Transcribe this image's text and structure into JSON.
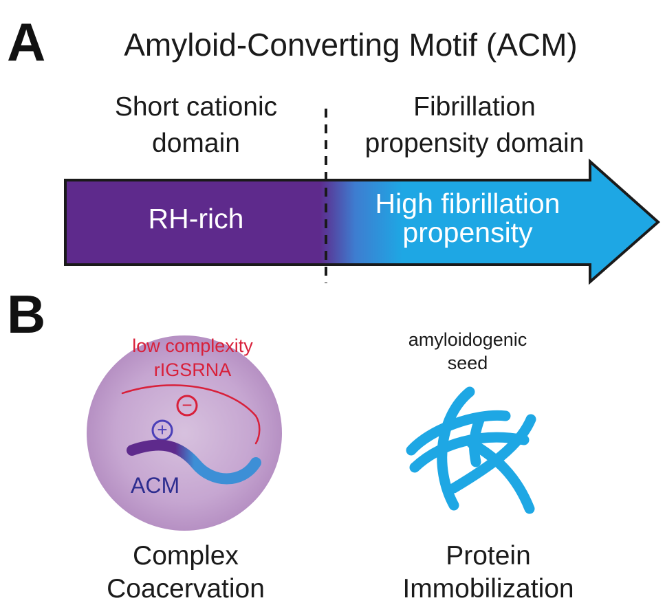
{
  "panel_a": {
    "letter": "A",
    "title": "Amyloid-Converting Motif (ACM)",
    "left_domain": {
      "line1": "Short cationic",
      "line2": "domain"
    },
    "right_domain": {
      "line1": "Fibrillation",
      "line2": "propensity domain"
    },
    "arrow_left_text": "RH-rich",
    "arrow_right_text": {
      "line1": "High fibrillation",
      "line2": "propensity"
    }
  },
  "panel_b": {
    "letter": "B",
    "droplet": {
      "rna_label": {
        "line1": "low complexity",
        "line2": "rIGSRNA"
      },
      "acm_label": "ACM",
      "negative_symbol": "−",
      "positive_symbol": "+"
    },
    "seed_label": {
      "line1": "amyloidogenic",
      "line2": "seed"
    },
    "caption_left": {
      "line1": "Complex",
      "line2": "Coacervation"
    },
    "caption_right": {
      "line1": "Protein",
      "line2": "Immobilization"
    }
  },
  "colors": {
    "purple": "#5e2a8c",
    "cyan": "#1ea7e4",
    "droplet": "#c2a3cf",
    "rna_red": "#d8203a",
    "charge_blue": "#4a3fb8",
    "acm_blue": "#3d8fd6"
  }
}
